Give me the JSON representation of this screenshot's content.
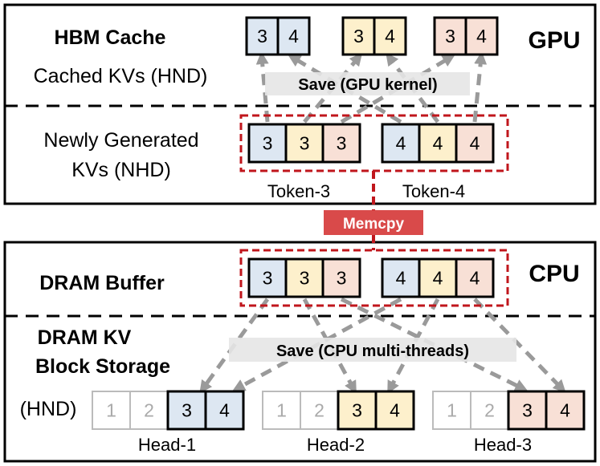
{
  "gpu": {
    "side_label": "GPU",
    "hbm_title": "HBM Cache",
    "cached_label": "Cached KVs (HND)",
    "save_banner": "Save (GPU kernel)",
    "new_label_line1": "Newly Generated",
    "new_label_line2": "KVs (NHD)",
    "token3_label": "Token-3",
    "token4_label": "Token-4"
  },
  "memcpy_label": "Memcpy",
  "cpu": {
    "side_label": "CPU",
    "dram_buffer_title": "DRAM Buffer",
    "dram_kv_line1": "DRAM KV",
    "dram_kv_line2": "Block Storage",
    "hnd_label": "(HND)",
    "save_banner": "Save (CPU multi-threads)",
    "head1_label": "Head-1",
    "head2_label": "Head-2",
    "head3_label": "Head-3"
  },
  "colors": {
    "blue": "#dde7f2",
    "yellow": "#fdf0cc",
    "pink": "#f8e0d6",
    "gray_border": "#bbbbbb",
    "red": "#c0161c"
  },
  "cells": {
    "cached": [
      {
        "text": "3",
        "color": "blue"
      },
      {
        "text": "4",
        "color": "blue"
      },
      {
        "text": "3",
        "color": "yellow"
      },
      {
        "text": "4",
        "color": "yellow"
      },
      {
        "text": "3",
        "color": "pink"
      },
      {
        "text": "4",
        "color": "pink"
      }
    ],
    "token3": [
      {
        "text": "3",
        "color": "blue"
      },
      {
        "text": "3",
        "color": "yellow"
      },
      {
        "text": "3",
        "color": "pink"
      }
    ],
    "token4": [
      {
        "text": "4",
        "color": "blue"
      },
      {
        "text": "4",
        "color": "yellow"
      },
      {
        "text": "4",
        "color": "pink"
      }
    ],
    "buffer3": [
      {
        "text": "3",
        "color": "blue"
      },
      {
        "text": "3",
        "color": "yellow"
      },
      {
        "text": "3",
        "color": "pink"
      }
    ],
    "buffer4": [
      {
        "text": "4",
        "color": "blue"
      },
      {
        "text": "4",
        "color": "yellow"
      },
      {
        "text": "4",
        "color": "pink"
      }
    ],
    "head1": [
      {
        "text": "1",
        "color": "faded"
      },
      {
        "text": "2",
        "color": "faded"
      },
      {
        "text": "3",
        "color": "blue"
      },
      {
        "text": "4",
        "color": "blue"
      }
    ],
    "head2": [
      {
        "text": "1",
        "color": "faded"
      },
      {
        "text": "2",
        "color": "faded"
      },
      {
        "text": "3",
        "color": "yellow"
      },
      {
        "text": "4",
        "color": "yellow"
      }
    ],
    "head3": [
      {
        "text": "1",
        "color": "faded"
      },
      {
        "text": "2",
        "color": "faded"
      },
      {
        "text": "3",
        "color": "pink"
      },
      {
        "text": "4",
        "color": "pink"
      }
    ]
  }
}
